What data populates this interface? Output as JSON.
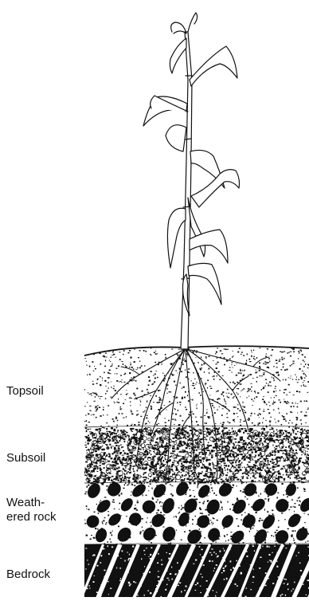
{
  "figure": {
    "colors": {
      "ink": "#111111",
      "background": "#ffffff"
    },
    "icons": {
      "plant": "corn-plant-icon",
      "roots": "root-system-icon"
    },
    "layers": [
      {
        "id": "topsoil",
        "lines": [
          "Topsoil"
        ]
      },
      {
        "id": "subsoil",
        "lines": [
          "Subsoil"
        ]
      },
      {
        "id": "weathered",
        "lines": [
          "Weath-",
          "ered rock"
        ]
      },
      {
        "id": "bedrock",
        "lines": [
          "Bedrock"
        ]
      }
    ]
  }
}
